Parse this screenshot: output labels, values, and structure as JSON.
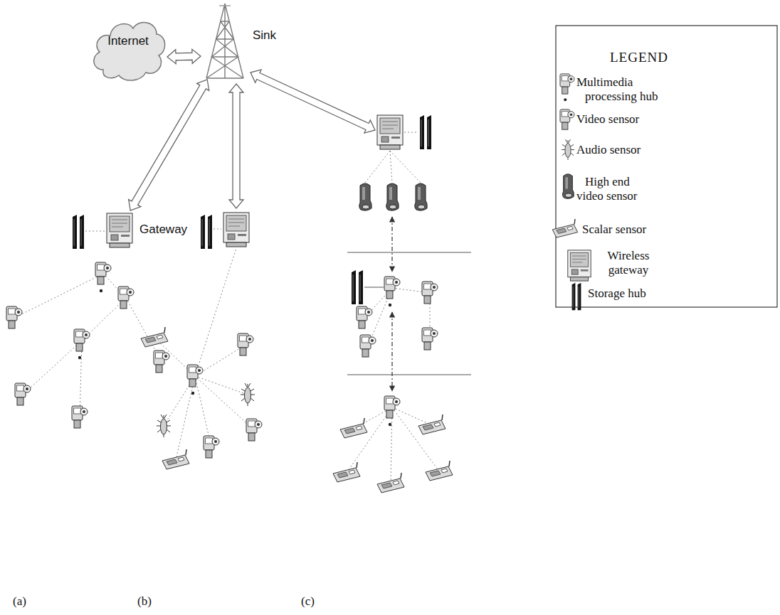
{
  "diagram": {
    "nodes": [
      {
        "text": [
          "Internet"
        ]
      },
      {
        "text": [
          "Sink"
        ]
      },
      {
        "text": [
          "Gateway"
        ]
      }
    ],
    "edges": [
      {
        "from": 0,
        "to": 1,
        "arrow": "both"
      },
      {
        "from": 1,
        "to": 2,
        "arrow": "both"
      }
    ],
    "labels": [
      "(a)",
      "(b)",
      "(c)",
      "LEGEND"
    ],
    "legend": [
      {
        "text": "Multimedia processing hub"
      },
      {
        "text": "Video sensor"
      },
      {
        "text": "Audio sensor"
      },
      {
        "text": "High end video sensor"
      },
      {
        "text": "Scalar sensor"
      },
      {
        "text": "Wireless gateway"
      },
      {
        "text": "Storage hub"
      }
    ]
  }
}
